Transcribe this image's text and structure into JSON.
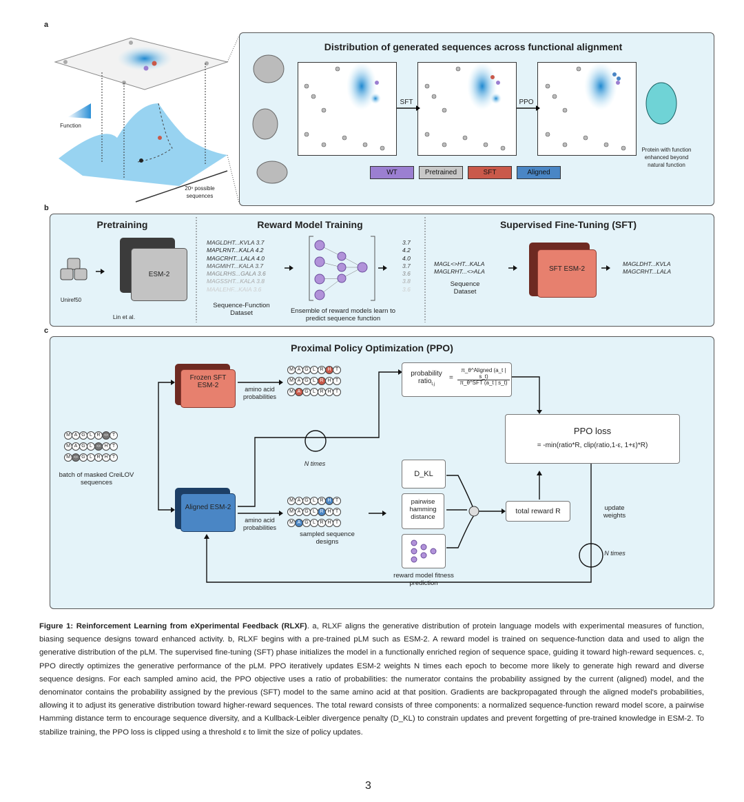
{
  "panel_labels": {
    "a": "a",
    "b": "b",
    "c": "c"
  },
  "panel_a": {
    "function_label": "Function",
    "space_label": "20ⁿ possible sequences",
    "title": "Distribution of generated sequences across functional alignment",
    "arrow_sft": "SFT",
    "arrow_ppo": "PPO",
    "legend": [
      {
        "label": "WT",
        "color": "#9b7fd1"
      },
      {
        "label": "Pretrained",
        "color": "#c8c8c8"
      },
      {
        "label": "SFT",
        "color": "#c9594a"
      },
      {
        "label": "Aligned",
        "color": "#4a86c5"
      }
    ],
    "protein_note": "Protein with function enhanced beyond natural function"
  },
  "panel_b": {
    "pretraining": {
      "title": "Pretraining",
      "db": "Uniref50",
      "model": "ESM-2",
      "citation": "Lin et al."
    },
    "reward": {
      "title": "Reward Model Training",
      "sequences": [
        {
          "seq": "MAGLDHT...KVLA",
          "score": "3.7"
        },
        {
          "seq": "MAPLRNT...KALA",
          "score": "4.2"
        },
        {
          "seq": "MAGCRHT...LALA",
          "score": "4.0"
        },
        {
          "seq": "MAGMIHT...KALA",
          "score": "3.7"
        },
        {
          "seq": "MAGLRHS...GALA",
          "score": "3.6"
        },
        {
          "seq": "MAGSSHT...KALA",
          "score": "3.8"
        },
        {
          "seq": "MAALEHF...KAIA",
          "score": "3.6"
        }
      ],
      "dataset": "Sequence-Function Dataset",
      "ensemble": "Ensemble of reward models learn to predict sequence function"
    },
    "sft": {
      "title": "Supervised Fine-Tuning (SFT)",
      "inputs": [
        "MAGL<>HT...KALA",
        "MAGLRHT...<>ALA"
      ],
      "dataset": "Sequence Dataset",
      "model": "SFT ESM-2",
      "outputs": [
        "MAGLDHT...KVLA",
        "MAGCRHT...LALA"
      ]
    }
  },
  "panel_c": {
    "title": "Proximal Policy Optimization (PPO)",
    "frozen": "Frozen SFT ESM-2",
    "aligned": "Aligned ESM-2",
    "aa_prob": "amino acid probabilities",
    "batch_label": "batch of masked CreiLOV sequences",
    "masked_rows": [
      [
        "M",
        "A",
        "G",
        "L",
        "R",
        "<>",
        "T"
      ],
      [
        "M",
        "A",
        "G",
        "L",
        "<>",
        "H",
        "T"
      ],
      [
        "M",
        "<>",
        "G",
        "L",
        "R",
        "H",
        "T"
      ]
    ],
    "sampled_rows": [
      [
        "M",
        "A",
        "G",
        "L",
        "R",
        "H",
        "T"
      ],
      [
        "M",
        "A",
        "G",
        "L",
        "R",
        "H",
        "T"
      ],
      [
        "M",
        "A",
        "G",
        "L",
        "R",
        "H",
        "T"
      ]
    ],
    "sampled_label": "sampled sequence designs",
    "prob_ratio": "probability ratio",
    "prob_ratio_sub": "t,j",
    "numerator": "π_θ^Aligned (a_t | s_t)",
    "denominator": "π_θ^SFT (a_t | s_t)",
    "ppo_loss_title": "PPO loss",
    "ppo_loss_formula": "= -min(ratio*R, clip(ratio,1-ε, 1+ε)*R)",
    "n_times": "N times",
    "dkl": "D_KL",
    "hamming": "pairwise hamming distance",
    "total_reward": "total reward R",
    "update_weights": "update weights",
    "n_times_2": "N times",
    "reward_model": "reward model fitness prediction"
  },
  "caption": {
    "label": "Figure 1: Reinforcement Learning from eXperimental Feedback (RLXF)",
    "text": ". a, RLXF aligns the generative distribution of protein language models with experimental measures of function, biasing sequence designs toward enhanced activity. b, RLXF begins with a pre-trained pLM such as ESM-2. A reward model is trained on sequence-function data and used to align the generative distribution of the pLM. The supervised fine-tuning (SFT) phase initializes the model in a functionally enriched region of sequence space, guiding it toward high-reward sequences. c, PPO directly optimizes the generative performance of the pLM. PPO iteratively updates ESM-2 weights N times each epoch to become more likely to generate high reward and diverse sequence designs. For each sampled amino acid, the PPO objective uses a ratio of probabilities: the numerator contains the probability assigned by the current (aligned) model, and the denominator contains the probability assigned by the previous (SFT) model to the same amino acid at that position. Gradients are backpropagated through the aligned model's probabilities, allowing it to adjust its generative distribution toward higher-reward sequences. The total reward consists of three components: a normalized sequence-function reward model score, a pairwise Hamming distance term to encourage sequence diversity, and a Kullback-Leibler divergence penalty (D_KL) to constrain updates and prevent forgetting of pre-trained knowledge in ESM-2. To stabilize training, the PPO loss is clipped using a threshold ε to limit the size of policy updates."
  },
  "page_number": "3"
}
